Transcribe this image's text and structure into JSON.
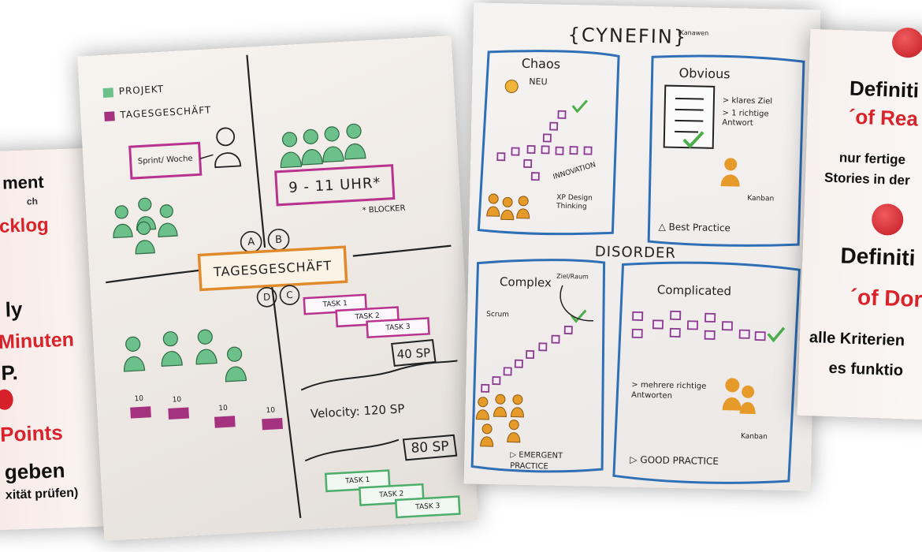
{
  "poster_left": {
    "lines": [
      "ment",
      "ch",
      "cklog",
      "ly",
      "Minuten",
      "P.",
      "Points",
      "geben",
      "xität prüfen)"
    ]
  },
  "flipchart_1": {
    "legend": {
      "projekt": "PROJEKT",
      "tagesgeschaeft": "TAGESGESCHÄFT"
    },
    "sprint_box": "Sprint/ Woche",
    "daily_time": "9 - 11 UHR*",
    "blocker_note": "* BLOCKER",
    "quadrant_letters": [
      "A",
      "B",
      "C",
      "D"
    ],
    "center_label": "TAGESGESCHÄFT",
    "bar_counts": [
      "10",
      "10",
      "10",
      "10"
    ],
    "tasks_top": [
      "TASK 1",
      "TASK 2",
      "TASK 3"
    ],
    "story_points_1": "40 SP",
    "velocity": "Velocity: 120 SP",
    "story_points_2": "80 SP",
    "tasks_bottom": [
      "TASK 1",
      "TASK 2",
      "TASK 3"
    ],
    "colors": {
      "green": "#6cc08a",
      "purple": "#a4327f",
      "magenta": "#b8338f",
      "orange": "#e08a2c",
      "ink": "#222222"
    }
  },
  "flipchart_2": {
    "title": "{CYNEFIN}",
    "title_note": "Kanawen",
    "chaos": {
      "title": "Chaos",
      "new": "NEU",
      "innovation": "INNOVATION",
      "methods": "XP Design Thinking"
    },
    "obvious": {
      "title": "Obvious",
      "bullets": [
        "> klares Ziel",
        "> 1 richtige Antwort"
      ],
      "method": "Kanban",
      "practice": "△ Best Practice"
    },
    "disorder": "DISORDER",
    "complex": {
      "title": "Complex",
      "note": "Ziel/Raum",
      "method": "Scrum",
      "practice": "▷ EMERGENT PRACTICE"
    },
    "complicated": {
      "title": "Complicated",
      "bullets": [
        "> mehrere richtige Antworten"
      ],
      "method": "Kanban",
      "practice": "▷ GOOD PRACTICE"
    },
    "colors": {
      "frame": "#2f6fb5",
      "purple": "#8a3a8f",
      "orange": "#e59a2a",
      "check": "#4cae4c"
    }
  },
  "poster_right": {
    "lines": [
      "Definiti",
      "´of Rea",
      "nur fertige",
      "Stories in der",
      "Definiti",
      "´of Dor",
      "alle Kriterien",
      "es funktio"
    ],
    "colors": {
      "red": "#d8232a",
      "black": "#111111",
      "magnet": "#d6202a"
    }
  }
}
